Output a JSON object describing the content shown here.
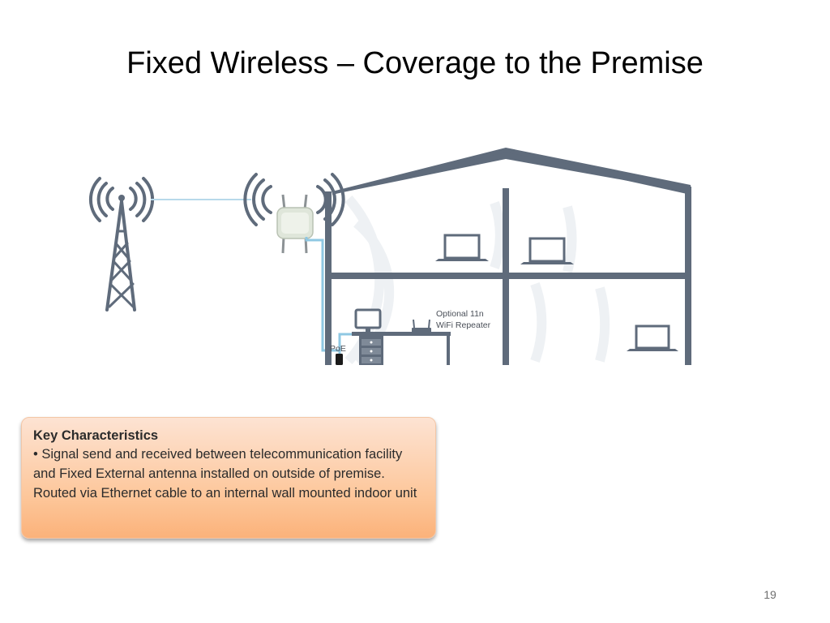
{
  "slide": {
    "title": "Fixed Wireless – Coverage to the Premise",
    "page_number": "19"
  },
  "diagram": {
    "labels": {
      "repeater_line1": "Optional 11n",
      "repeater_line2": "WiFi Repeater",
      "poe": "PoE"
    },
    "colors": {
      "structure": "#5f6b7b",
      "cable": "#8fc8e3",
      "signal_waves": "#eef1f4"
    }
  },
  "key_characteristics": {
    "heading": "Key Characteristics",
    "body": "• Signal send and received between telecommunication facility and Fixed External antenna installed on outside of premise. Routed via Ethernet cable to an internal wall mounted indoor unit",
    "gradient_colors": [
      "#fde3d3",
      "#fbb27a"
    ]
  }
}
